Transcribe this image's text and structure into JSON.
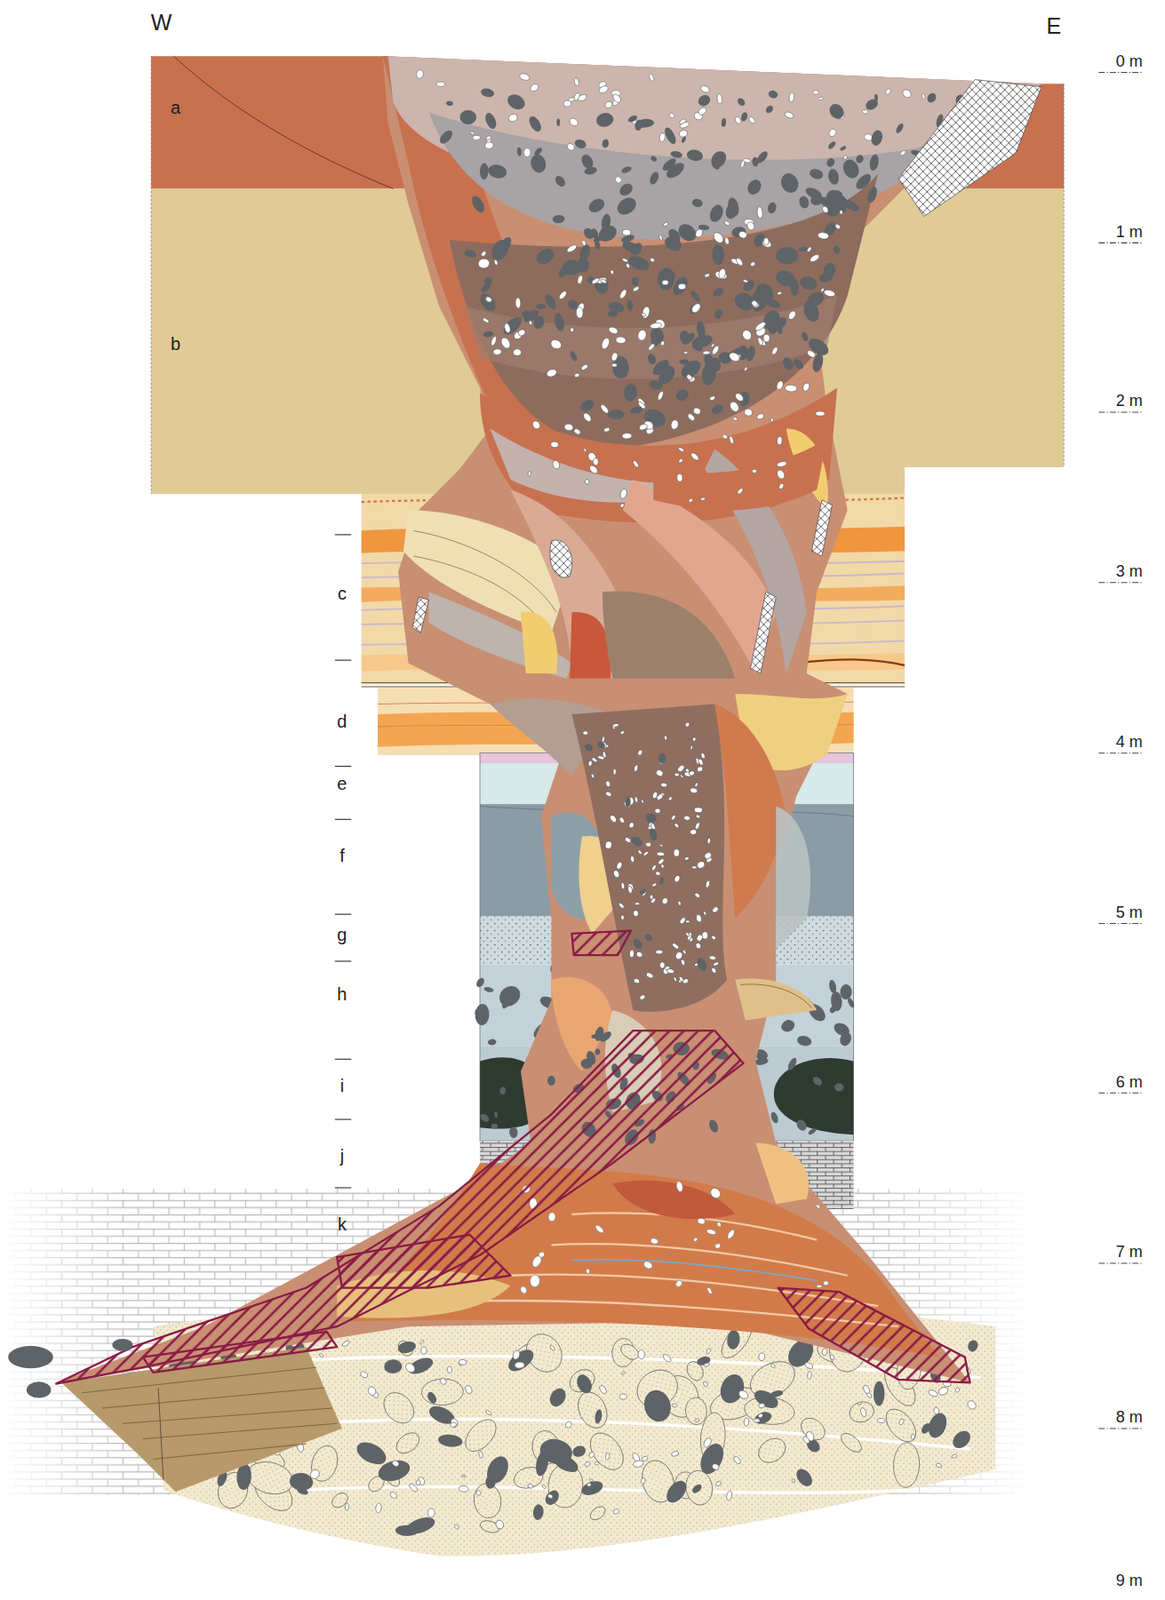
{
  "diagram": {
    "labels": [
      "W",
      "E",
      "0 m",
      "1 m",
      "2 m",
      "3 m",
      "4 m",
      "5 m",
      "6 m",
      "7 m",
      "8 m",
      "9 m",
      "a",
      "b",
      "c",
      "d",
      "e",
      "f",
      "g",
      "h",
      "i",
      "j",
      "k"
    ]
  }
}
